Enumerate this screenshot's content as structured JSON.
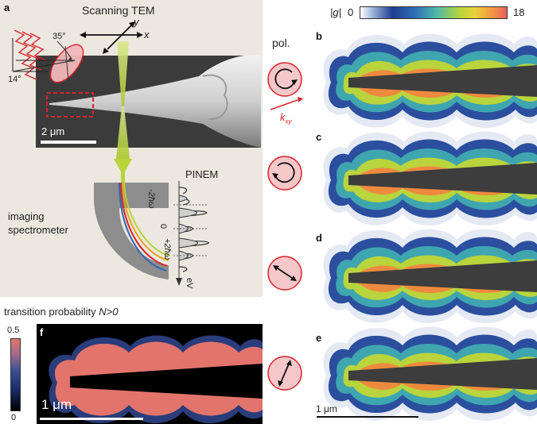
{
  "colors": {
    "panel_a_bg": "#ece8df",
    "tip_dark": "#3d3d3d",
    "pol_red": "#d8232a",
    "pol_fill": "#f6c7c9",
    "beam_green": "#b7d43a",
    "inset_red": "#d8232a"
  },
  "panel_a": {
    "label": "a",
    "title": "Scanning TEM",
    "angle_top": "35°",
    "angle_bottom": "14°",
    "axis_x": "x",
    "axis_y": "y",
    "scale_bar": "2 μm",
    "pinem": "PINEM",
    "imaging_spectrometer_line1": "imaging",
    "imaging_spectrometer_line2": "spectrometer",
    "tick_minus": "-2ħω",
    "tick_zero": "0",
    "tick_plus": "+2ħω",
    "energy_unit": "eV"
  },
  "colorbar_g": {
    "label": "|g|",
    "min": "0",
    "max": "18"
  },
  "polarization": {
    "header": "pol.",
    "k_label": "k",
    "k_sub": "xy",
    "states": [
      {
        "panel": "b",
        "icon": "counterclockwise-circular-arrow-icon"
      },
      {
        "panel": "c",
        "icon": "clockwise-circular-arrow-icon"
      },
      {
        "panel": "d",
        "icon": "diagonal-double-arrow-icon"
      },
      {
        "panel": "e",
        "icon": "steep-double-arrow-icon"
      }
    ]
  },
  "panels_right": {
    "labels": [
      "b",
      "c",
      "d",
      "e"
    ],
    "scale_bar": "1 μm"
  },
  "panel_f": {
    "label": "f",
    "title_prefix": "transition probability ",
    "title_math": "N>0",
    "colorbar_max": "0.5",
    "colorbar_min": "0",
    "scale_bar": "1 μm"
  }
}
